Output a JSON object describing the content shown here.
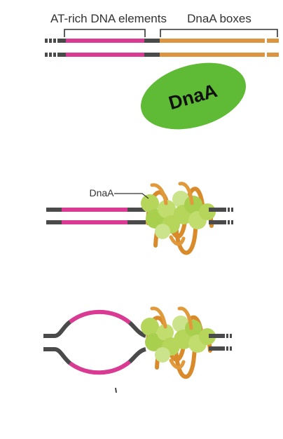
{
  "labels": {
    "at_rich": "AT-rich DNA elements",
    "dnaa_boxes": "DnaA boxes",
    "protein": "DnaA",
    "callout": "DnaA"
  },
  "colors": {
    "dna_dark": "#4a4a4a",
    "at_rich": "#d93a92",
    "dnaa_boxes": "#dc9440",
    "protein_fill": "#5fbb35",
    "protein_bead": "#b5d65a",
    "protein_bead_light": "#cbe38a",
    "helix_orange": "#d98b2b",
    "bracket": "#333333",
    "text": "#333333"
  },
  "stages": [
    {
      "id": "unbound",
      "description_shown": false
    },
    {
      "id": "dnaa-bound"
    },
    {
      "id": "dna-unwound"
    }
  ]
}
